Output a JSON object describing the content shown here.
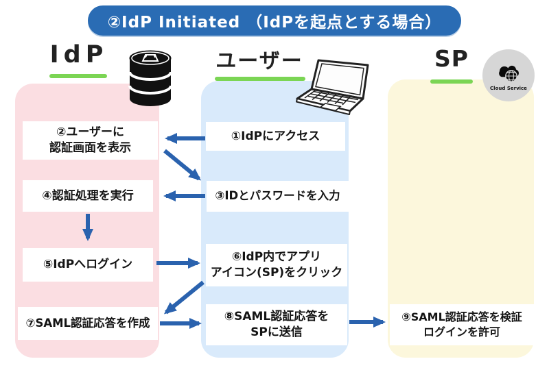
{
  "title": "②IdP Initiated （IdPを起点とする場合）",
  "colors": {
    "title-blue": "#2a6cb4",
    "arrow-blue": "#2a62ae",
    "lane-pink": "#fbdee2",
    "lane-blue": "#d9eafb",
    "lane-yellow": "#fcf7dc",
    "underline-green": "#7bd554",
    "icon-gray": "#d6d6d6",
    "text-dark": "#1a1a1a"
  },
  "lanes": {
    "idp": {
      "label": "IdP",
      "icon": "database-icon"
    },
    "user": {
      "label": "ユーザー",
      "icon": "laptop-icon"
    },
    "sp": {
      "label": "SP",
      "icon": "cloud-service-icon",
      "icon_label": "Cloud Service"
    }
  },
  "steps": {
    "s1": {
      "lane": "user",
      "lines": [
        "①IdPにアクセス"
      ]
    },
    "s2": {
      "lane": "idp",
      "lines": [
        "②ユーザーに",
        "認証画面を表示"
      ]
    },
    "s3": {
      "lane": "user",
      "lines": [
        "③IDとパスワードを入力"
      ]
    },
    "s4": {
      "lane": "idp",
      "lines": [
        "④認証処理を実行"
      ]
    },
    "s5": {
      "lane": "idp",
      "lines": [
        "⑤IdPへログイン"
      ]
    },
    "s6": {
      "lane": "user",
      "lines": [
        "⑥IdP内でアプリ",
        "アイコン(SP)をクリック"
      ]
    },
    "s7": {
      "lane": "idp",
      "lines": [
        "⑦SAML認証応答を作成"
      ]
    },
    "s8": {
      "lane": "user",
      "lines": [
        "⑧SAML認証応答を",
        "SPに送信"
      ]
    },
    "s9": {
      "lane": "sp",
      "lines": [
        "⑨SAML認証応答を検証",
        "ログインを許可"
      ]
    }
  },
  "arrows": [
    {
      "name": "arrow-step1-user-to-idp",
      "from": "s1",
      "to": "s2"
    },
    {
      "name": "arrow-step2-idp-to-user",
      "from": "s2",
      "to": "s3"
    },
    {
      "name": "arrow-step3-user-to-idp",
      "from": "s3",
      "to": "s4"
    },
    {
      "name": "arrow-step4-to-step5",
      "from": "s4",
      "to": "s5"
    },
    {
      "name": "arrow-step5-idp-to-user",
      "from": "s5",
      "to": "s6"
    },
    {
      "name": "arrow-step6-user-to-idp",
      "from": "s6",
      "to": "s7"
    },
    {
      "name": "arrow-step7-idp-to-user",
      "from": "s7",
      "to": "s8"
    },
    {
      "name": "arrow-step8-user-to-sp",
      "from": "s8",
      "to": "s9"
    }
  ]
}
